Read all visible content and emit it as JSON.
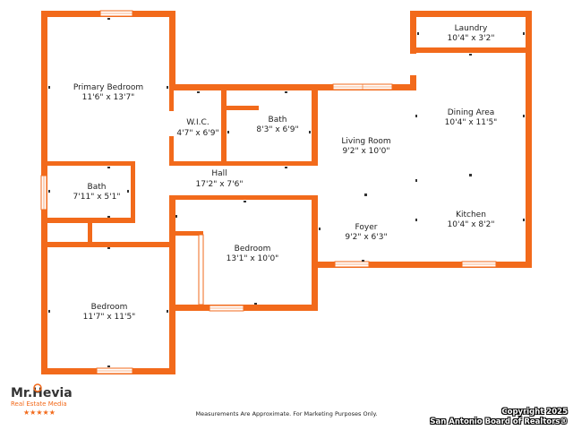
{
  "rooms": [
    {
      "key": "primary_bedroom",
      "name": "Primary Bedroom",
      "dims": "11'6\" x 13'7\""
    },
    {
      "key": "wic",
      "name": "W.I.C.",
      "dims": "4'7\" x 6'9\""
    },
    {
      "key": "bath_center",
      "name": "Bath",
      "dims": "8'3\" x 6'9\""
    },
    {
      "key": "bath_left",
      "name": "Bath",
      "dims": "7'11\" x 5'1\""
    },
    {
      "key": "hall",
      "name": "Hall",
      "dims": "17'2\" x 7'6\""
    },
    {
      "key": "bedroom_center",
      "name": "Bedroom",
      "dims": "13'1\" x 10'0\""
    },
    {
      "key": "bedroom_left",
      "name": "Bedroom",
      "dims": "11'7\" x 11'5\""
    },
    {
      "key": "living_room",
      "name": "Living Room",
      "dims": "9'2\" x 10'0\""
    },
    {
      "key": "foyer",
      "name": "Foyer",
      "dims": "9'2\" x 6'3\""
    },
    {
      "key": "laundry",
      "name": "Laundry",
      "dims": "10'4\" x 3'2\""
    },
    {
      "key": "dining_area",
      "name": "Dining Area",
      "dims": "10'4\" x 11'5\""
    },
    {
      "key": "kitchen",
      "name": "Kitchen",
      "dims": "10'4\" x 8'2\""
    }
  ],
  "logo": {
    "brand": "Mr.Hevia",
    "tagline": "Real Estate Media",
    "stars": "★★★★★"
  },
  "footer": {
    "disclaimer": "Measurements Are Approximate. For Marketing Purposes Only.",
    "copyright_line1": "Copyright 2025",
    "copyright_line2": "San Antonio Board of Realtors®"
  },
  "colors": {
    "wall": "#f26a1b",
    "text": "#222222",
    "background": "#ffffff"
  }
}
